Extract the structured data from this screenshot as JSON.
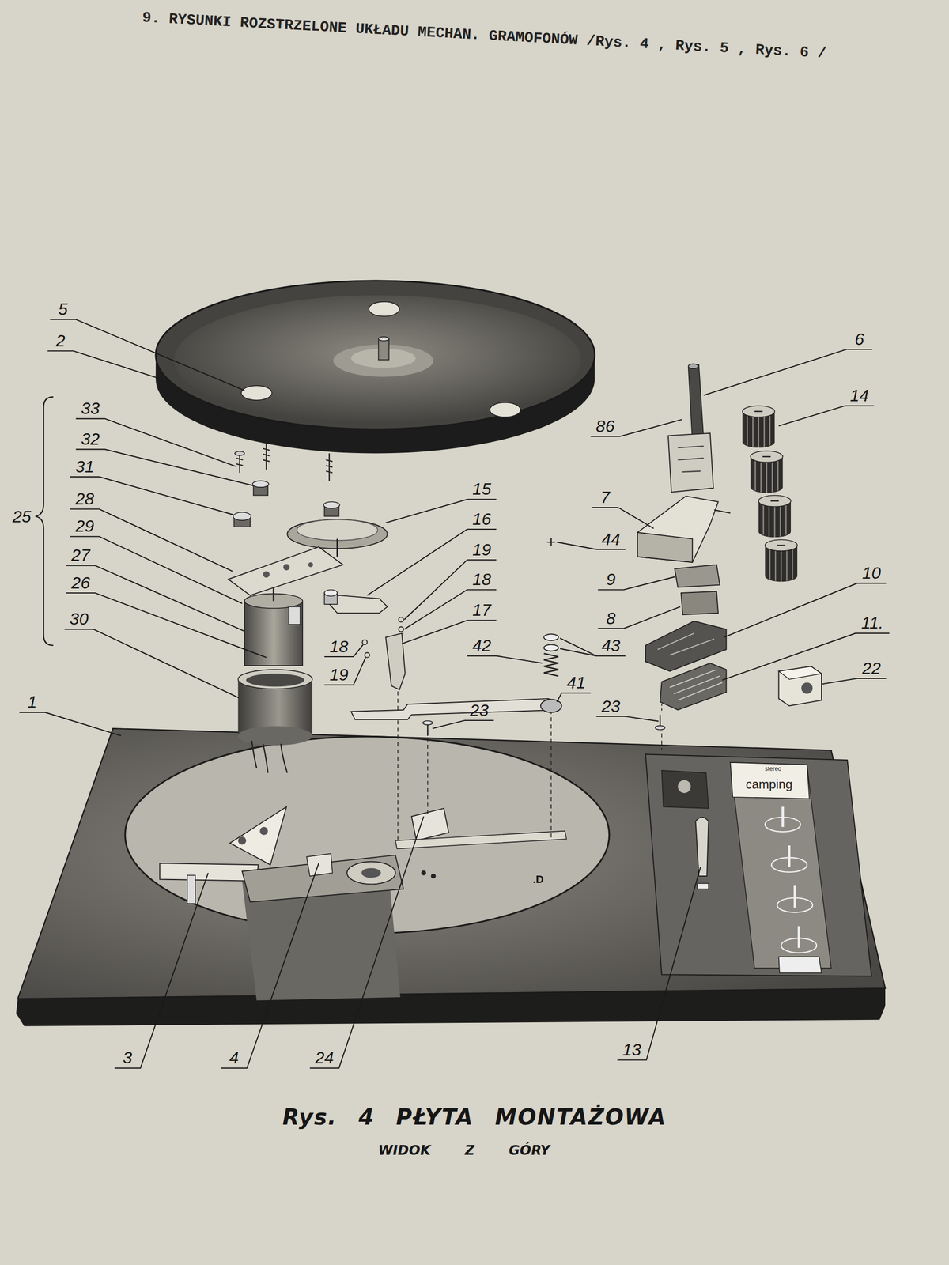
{
  "diagram": {
    "title": "9. RYSUNKI ROZSTRZELONE UKŁADU MECHAN. GRAMOFONÓW /Rys. 4 , Rys. 5 , Rys. 6 /",
    "caption": "Rys. 4 PŁYTA MONTAŻOWA",
    "labels": [
      "5",
      "2",
      "33",
      "32",
      "31",
      "28",
      "29",
      "27",
      "26",
      "30",
      "25",
      "1",
      "6",
      "86",
      "14",
      "7",
      "15",
      "16",
      "19",
      "18",
      "17",
      "18",
      "19",
      "44",
      "9",
      "8",
      "43",
      "42",
      "10",
      "41",
      "23",
      "23",
      "11.",
      "22",
      "3",
      "4",
      "24",
      "13",
      "WIDOK Z GÓRY",
      "stereo",
      "camping",
      ".D"
    ]
  }
}
